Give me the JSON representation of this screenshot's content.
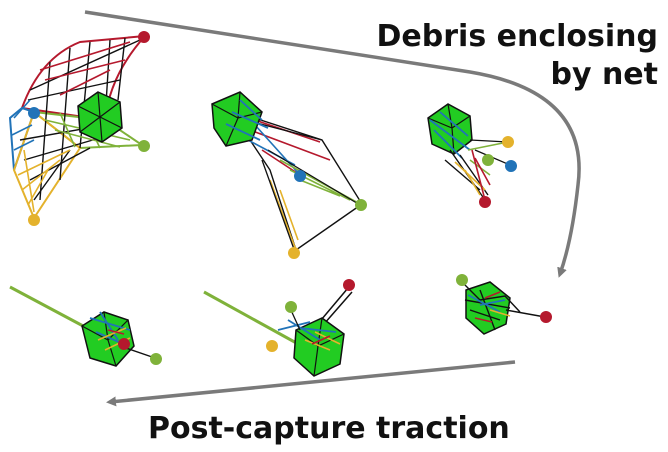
{
  "labels": {
    "enclosing_line1": "Debris enclosing",
    "enclosing_line2": "by net",
    "traction": "Post-capture traction"
  },
  "colors": {
    "arrow": "#7a7a7a",
    "net_red": "#b5192d",
    "net_blue": "#2173b8",
    "net_green": "#7fb23a",
    "net_yellow": "#e4b22c",
    "net_black": "#111111",
    "debris_green": "#22cc22",
    "tether_green": "#7fb23a"
  },
  "icons": {
    "debris": "green-icosahedron-icon",
    "corner_mass": "colored-ball-icon"
  }
}
